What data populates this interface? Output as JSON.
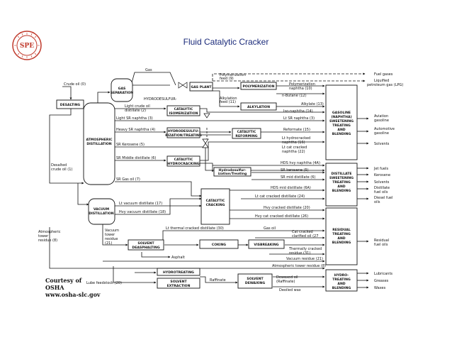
{
  "title": "Fluid Catalytic Cracker",
  "logo": {
    "ring_text": "SOCIETY OF PETROLEUM ENGINEERS",
    "center_text": "SPE",
    "color": "#c0392b"
  },
  "courtesy": {
    "line1": "Courtesy of",
    "line2": "OSHA",
    "line3": "www.osha-slc.gov"
  },
  "units": {
    "desalting": "DESALTING",
    "atmospheric": [
      "ATMOSPHERIC",
      "DISTILLATION"
    ],
    "gas_sep": [
      "GAS",
      "SEPARATION"
    ],
    "gas_plant": "GAS PLANT",
    "polymerization": "POLYMERIZATION",
    "alkylation": "ALKYLATION",
    "cat_isomerization": [
      "CATALYTIC",
      "ISOMERIZATION"
    ],
    "hydrodesulf": [
      "HYDRODESULFU-",
      "RIZATION/TREATING"
    ],
    "cat_reforming": [
      "CATALYTIC",
      "REFORMING"
    ],
    "cat_hydrocracking": [
      "CATALYTIC",
      "HYDROCRACKING"
    ],
    "hydrodesulf_small": [
      "Hydrodesulfur-",
      "ization/Treating"
    ],
    "cat_cracking": [
      "CATALYTIC",
      "CRACKING"
    ],
    "vacuum": [
      "VACUUM",
      "DISTILLATION"
    ],
    "solvent_deasphalting": [
      "SOLVENT",
      "DEASPHALTING"
    ],
    "coking": "COKING",
    "visbreaking": "VISBREAKING",
    "hydrotreating": "HYDROTREATING",
    "solvent_extraction": [
      "SOLVENT",
      "EXTRACTION"
    ],
    "solvent_dewaxing": [
      "SOLVENT",
      "DEWAXING"
    ],
    "gasoline_blending": [
      "GASOLINE",
      "(NAPHTHA)",
      "SWEETENING",
      "TREATING",
      "AND",
      "BLENDING"
    ],
    "distillate_blending": [
      "DISTILLATE",
      "SWEETENING",
      "TREATING",
      "AND",
      "BLENDING"
    ],
    "residual_blending": [
      "RESIDUAL",
      "TREATING",
      "AND",
      "BLENDING"
    ],
    "lube_blending": [
      "HYDRO-",
      "TREATING",
      "AND",
      "BLENDING"
    ]
  },
  "streams": {
    "crude_oil": "Crude oil (0)",
    "gas": "Gas",
    "hydrodesulfur": "HYDRODESULFUR-",
    "polymerization_feed": [
      "Polymerization",
      "feed (9)"
    ],
    "alkylation_feed": [
      "Alkylation",
      "feed (11)"
    ],
    "light_crude": [
      "Light crude oil",
      "distillate (2)"
    ],
    "light_sr": "Light SR naphtha (3)",
    "heavy_sr": "Heavy SR naphtha (4)",
    "sr_kerosene": "SR Kerosene (5)",
    "sr_middle": "SR Middle distillate (6)",
    "sr_gas_oil": "SR Gas oil (7)",
    "desalted": [
      "Desalted",
      "crude oil (1)"
    ],
    "polymerization_naphtha": [
      "Polymerization",
      "naphtha (10)"
    ],
    "n_butane": "n-Butane (12)",
    "alkylate": "Alkylate (13)",
    "iso_naphtha": "Iso-naphtha (14)",
    "lt_sr_naphtha": "Lt SR naphtha (3)",
    "reformate": "Reformate (15)",
    "lt_hydrocracked": [
      "Lt hydrocracked",
      "naphtha (16)"
    ],
    "lt_cat_cracked": [
      "Lt cat cracked",
      "naphtha (22)"
    ],
    "hds_hvy_naphtha": "HDS hvy naphtha (4A)",
    "sr_kerosene2": "SR kerosene (5)",
    "sr_mid_distillate": "SR mid distillate (6)",
    "hds_mid_distillate": "HDS mid distillate (6A)",
    "lt_cat_cracked_distillate": "Lt cat cracked distillate (24)",
    "lt_vacuum": "Lt vacuum distillate (17)",
    "hvy_vacuum": "Hvy vacuum distillate (18)",
    "atm_residue": [
      "Atmospheric",
      "tower",
      "residue (8)"
    ],
    "vacuum_residue": [
      "Vacuum",
      "tower",
      "residue",
      "(21)"
    ],
    "hvy_cracked_distillate": "Hvy cracked distillate (20)",
    "hvy_cat_cracked_distillate": "Hvy cat cracked distillate (26)",
    "lt_thermal_cracked": "Lt thermal cracked distillate (30)",
    "gas_oil": "Gas oil",
    "cat_cracked_clarified": [
      "Cat cracked",
      "clarified oil (27"
    ],
    "thermally_cracked_residue": [
      "Thermally cracked",
      "residue (31)"
    ],
    "vacuum_residue2": "Vacuum residue (21)",
    "atm_tower_residue": "Atmospheric tower residue (8)",
    "asphalt": "Asphalt",
    "lube_feedstock": "Lube feedstock (20)",
    "raffinate": "Raffinate",
    "dewaxed_oil": [
      "Dewaxed oil",
      "(Raffinate)"
    ],
    "deoiled_wax": "Deoiled wax"
  },
  "products": {
    "fuel_gases": "Fuel gases",
    "lpg": [
      "Liquified",
      "petroleum gas (LPG)"
    ],
    "aviation": [
      "Aviation",
      "gasoline"
    ],
    "automotive": [
      "Automotive",
      "gasoline"
    ],
    "solvents": "Solvents",
    "jet_fuels": "Jet fuels",
    "kerosene": "Kerosene",
    "solvents2": "Solvents",
    "distillate_fuel": [
      "Distillate",
      "fuel oils"
    ],
    "diesel": [
      "Diesel fuel",
      "oils"
    ],
    "residual_fuel": [
      "Residual",
      "fuel oils"
    ],
    "lubricants": "Lubricants",
    "greases": "Greases",
    "waxes": "Waxes"
  }
}
